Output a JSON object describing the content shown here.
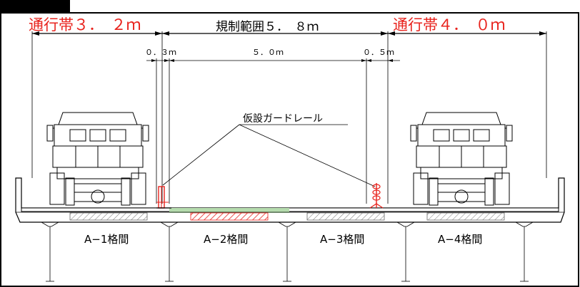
{
  "labels": {
    "left_lane": "通行帯３．　２ｍ",
    "regulation": "規制範囲５．　８ｍ",
    "right_lane": "通行帯４．　０ｍ",
    "dim_left": "０．３ｍ",
    "dim_center": "５．０ｍ",
    "dim_right": "０．５ｍ",
    "guardrail": "仮設ガードレール"
  },
  "spans": [
    "A−1格間",
    "A−2格間",
    "A−3格間",
    "A−4格間"
  ],
  "colors": {
    "lane_label": "#e8221c",
    "regulated_zone": "#b5dcae",
    "hatch_red": "#e8221c",
    "border": "#000000"
  }
}
